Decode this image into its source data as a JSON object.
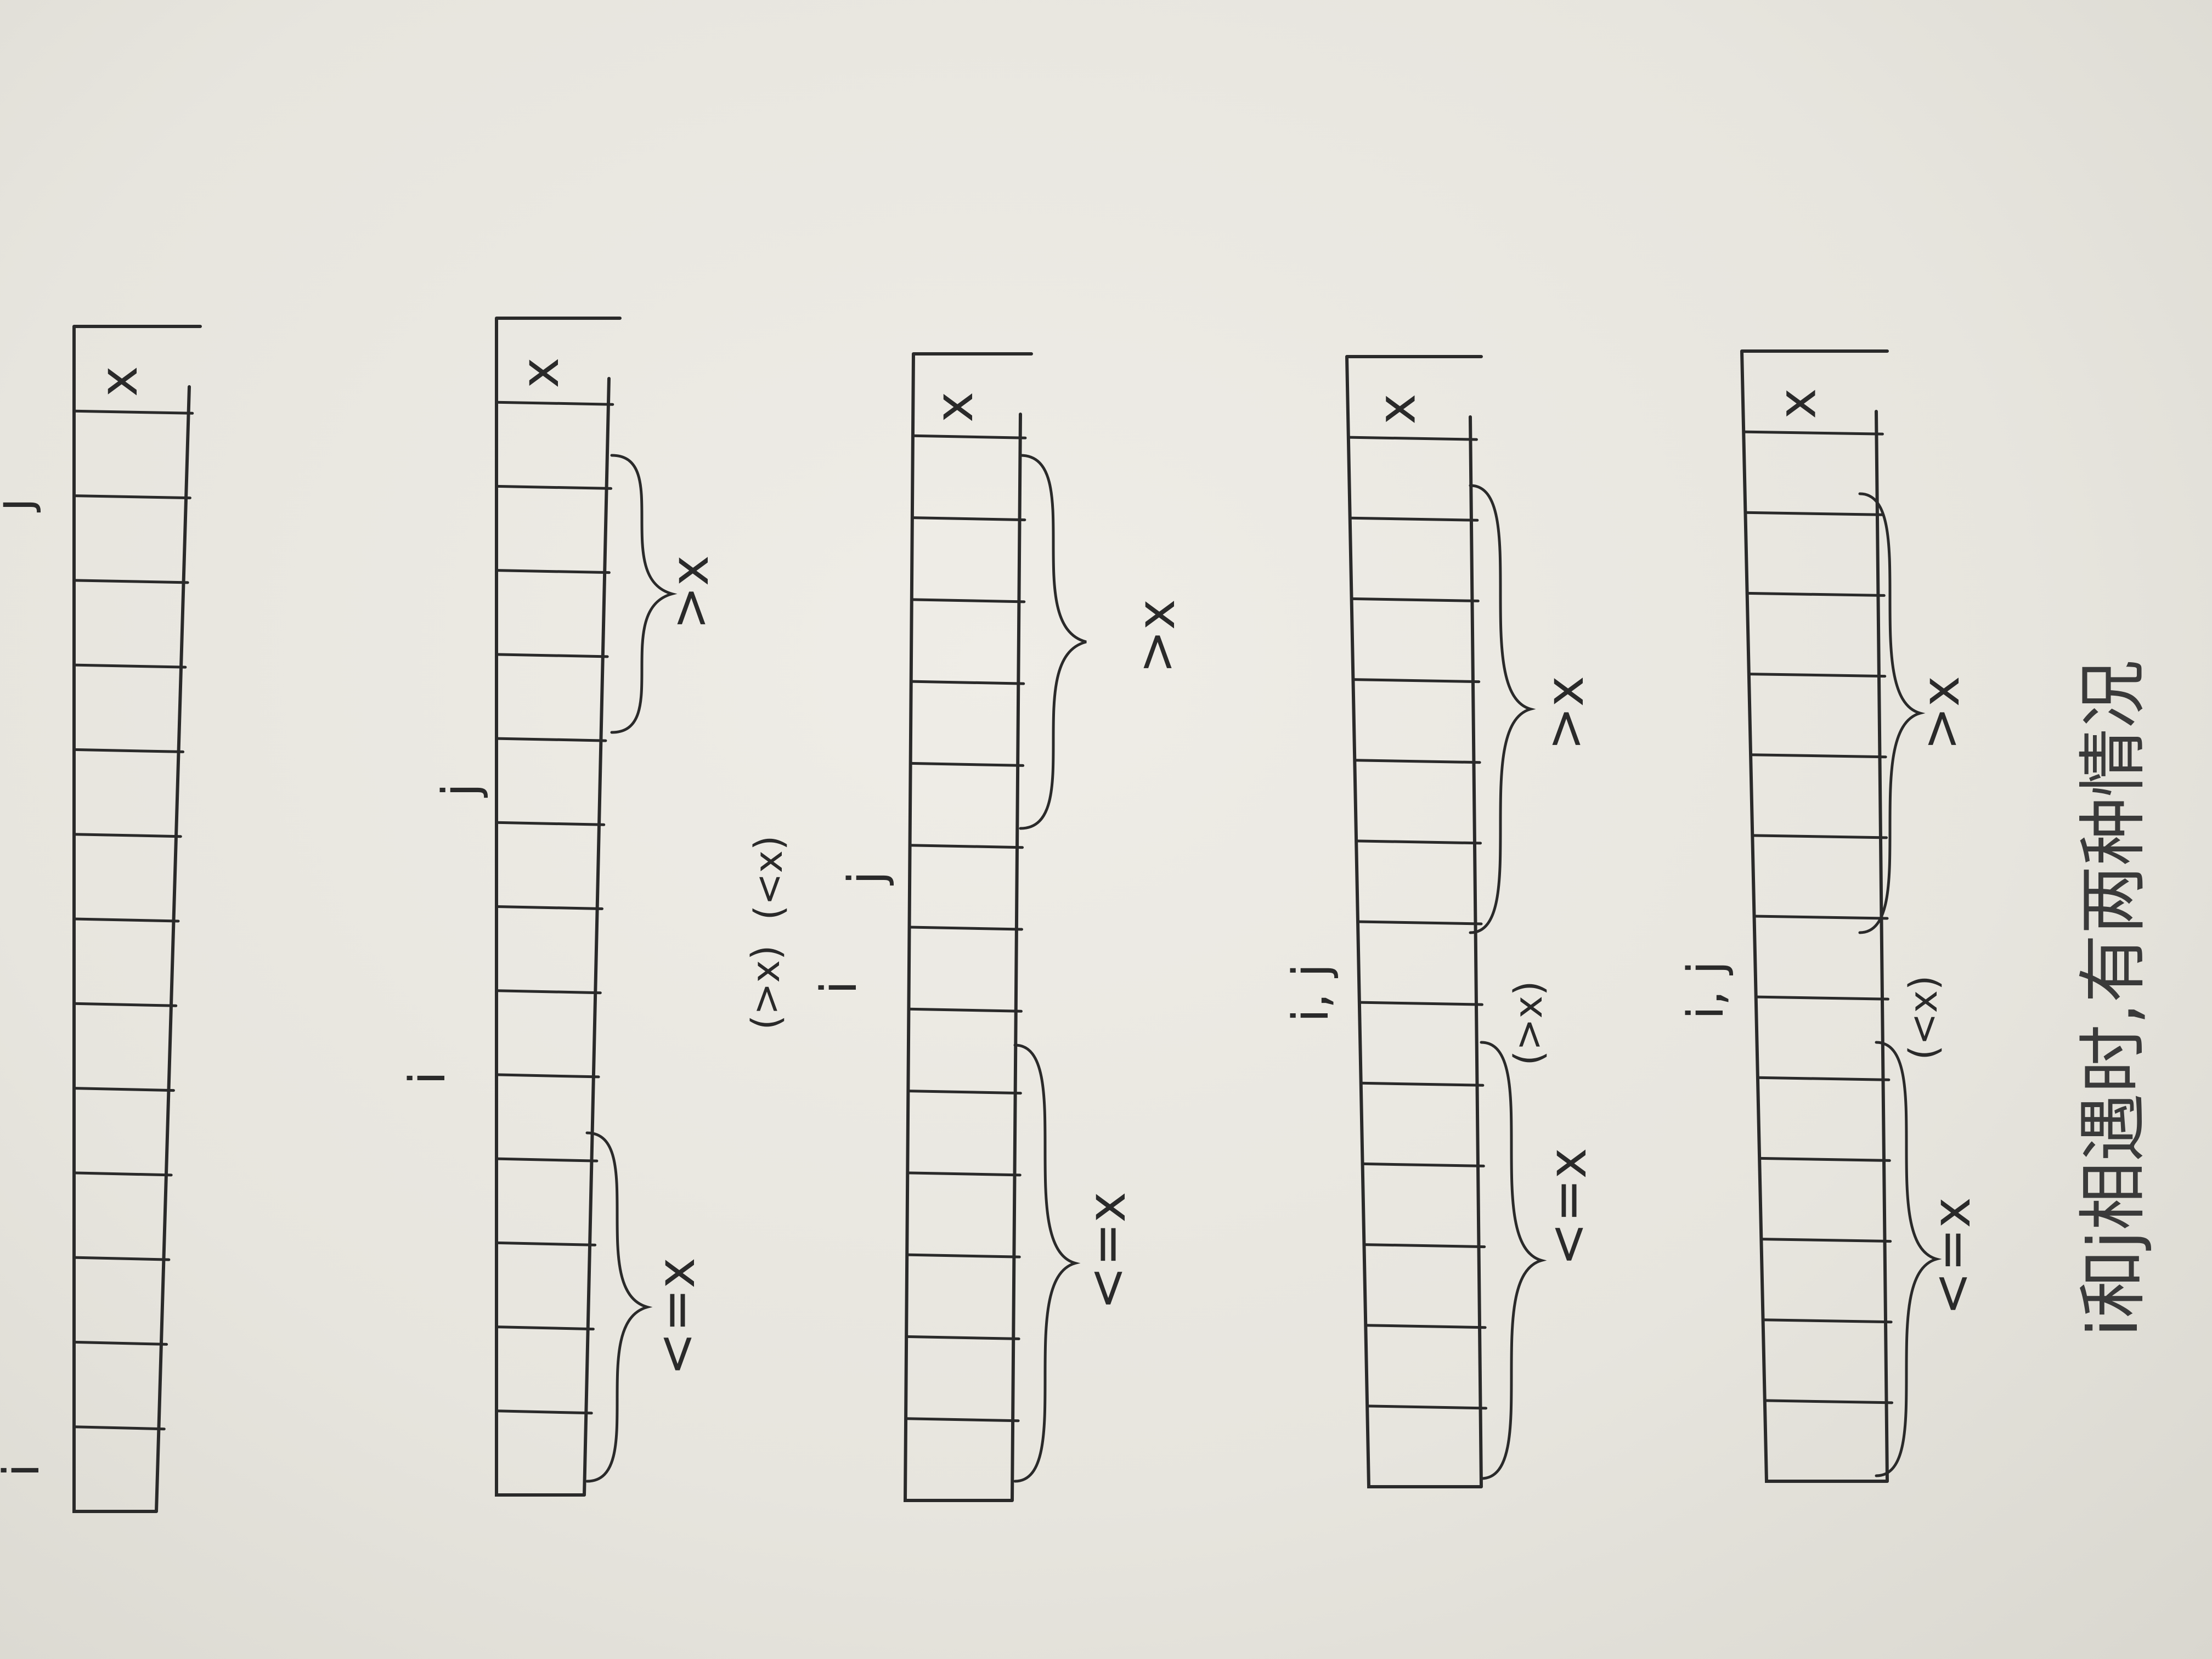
{
  "diagrams": [
    {
      "pivot": "x",
      "labels": [
        {
          "text": "j",
          "role": "right pointer"
        },
        {
          "text": "i",
          "role": "left pointer"
        }
      ],
      "regions": []
    },
    {
      "pivot": "x",
      "labels": [
        {
          "text": "j",
          "role": "right pointer"
        },
        {
          "text": "i",
          "role": "left pointer"
        }
      ],
      "regions": [
        {
          "text": ">x",
          "side": "upper"
        },
        {
          "text": "<=x",
          "side": "lower"
        }
      ]
    },
    {
      "pivot": "x",
      "labels": [
        {
          "text": "j",
          "role": "right pointer"
        },
        {
          "text": "(<x)",
          "role": "value at j"
        },
        {
          "text": "i",
          "role": "left pointer"
        },
        {
          "text": "(>x)",
          "role": "value at i"
        }
      ],
      "regions": [
        {
          "text": ">x",
          "side": "upper"
        },
        {
          "text": "<=x",
          "side": "lower"
        }
      ]
    },
    {
      "pivot": "x",
      "labels": [
        {
          "text": "i, j",
          "role": "pointers meet"
        },
        {
          "text": "(>x)",
          "role": "value at meeting cell"
        }
      ],
      "regions": [
        {
          "text": ">x",
          "side": "upper"
        },
        {
          "text": "<=x",
          "side": "lower"
        }
      ]
    },
    {
      "pivot": "x",
      "labels": [
        {
          "text": "i, j",
          "role": "pointers meet"
        },
        {
          "text": "(<x)",
          "role": "value at meeting cell"
        }
      ],
      "regions": [
        {
          "text": ">x",
          "side": "upper"
        },
        {
          "text": "<=x",
          "side": "lower"
        }
      ]
    }
  ],
  "caption": "i和j相遇时,有两种情况",
  "colors": {
    "paper": "#ebe9e2",
    "ink": "#2a2a2a",
    "caption_ink": "#3a3a3a"
  }
}
